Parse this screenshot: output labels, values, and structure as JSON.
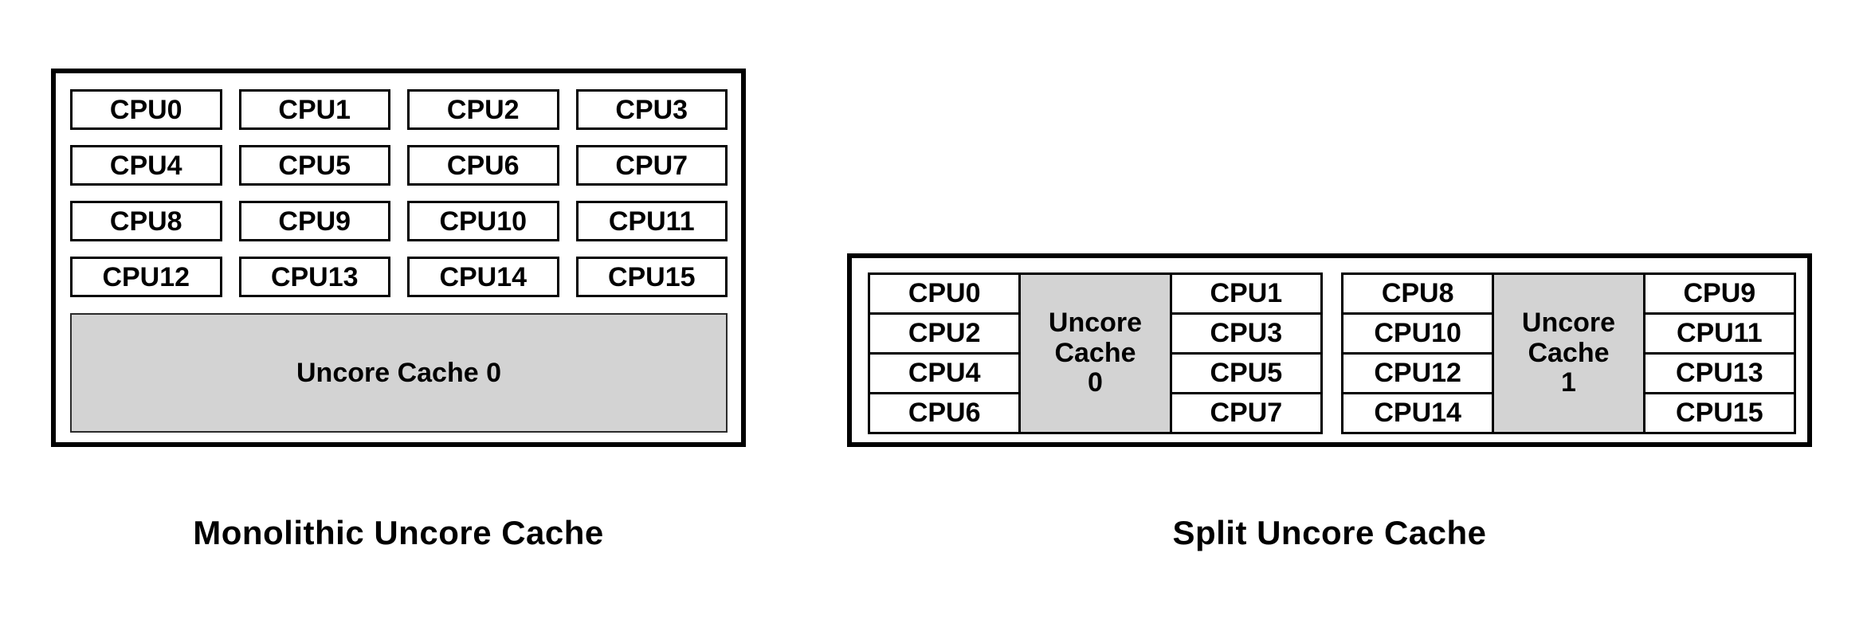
{
  "monolithic": {
    "title": "Monolithic Uncore Cache",
    "cpus": [
      "CPU0",
      "CPU1",
      "CPU2",
      "CPU3",
      "CPU4",
      "CPU5",
      "CPU6",
      "CPU7",
      "CPU8",
      "CPU9",
      "CPU10",
      "CPU11",
      "CPU12",
      "CPU13",
      "CPU14",
      "CPU15"
    ],
    "uncore_label": "Uncore Cache 0"
  },
  "split": {
    "title": "Split Uncore Cache",
    "clusters": [
      {
        "left_cpus": [
          "CPU0",
          "CPU2",
          "CPU4",
          "CPU6"
        ],
        "uncore_lines": [
          "Uncore",
          "Cache",
          "0"
        ],
        "right_cpus": [
          "CPU1",
          "CPU3",
          "CPU5",
          "CPU7"
        ]
      },
      {
        "left_cpus": [
          "CPU8",
          "CPU10",
          "CPU12",
          "CPU14"
        ],
        "uncore_lines": [
          "Uncore",
          "Cache",
          "1"
        ],
        "right_cpus": [
          "CPU9",
          "CPU11",
          "CPU13",
          "CPU15"
        ]
      }
    ]
  },
  "colors": {
    "cache_fill": "#d3d3d3",
    "border": "#000000",
    "background": "#ffffff"
  }
}
